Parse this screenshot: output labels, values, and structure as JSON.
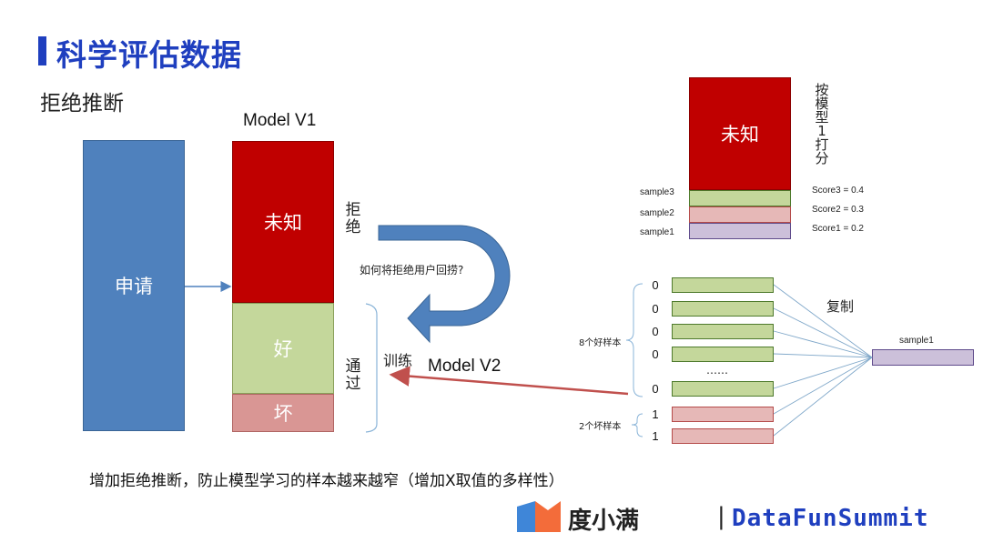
{
  "title": "科学评估数据",
  "subtitle": "拒绝推断",
  "left_diagram": {
    "model_v1_label": "Model V1",
    "apply_label": "申请",
    "unknown_label": "未知",
    "good_label": "好",
    "bad_label": "坏",
    "reject_label": "拒绝",
    "pass_label": "通过",
    "recover_question": "如何将拒绝用户回捞?",
    "train_label": "训练",
    "model_v2_label": "Model V2"
  },
  "right_top": {
    "unknown_label": "未知",
    "score_by_model": "按模型1打分",
    "samples": [
      "sample3",
      "sample2",
      "sample1"
    ],
    "scores": [
      "Score3 = 0.4",
      "Score2 = 0.3",
      "Score1 = 0.2"
    ]
  },
  "right_bottom": {
    "good_values": [
      "0",
      "0",
      "0",
      "0",
      "0"
    ],
    "ellipsis": "……",
    "bad_values": [
      "1",
      "1"
    ],
    "good_group_label": "8个好样本",
    "bad_group_label": "2个坏样本",
    "copy_label": "复制",
    "source_sample": "sample1"
  },
  "bottom_text": "增加拒绝推断，防止模型学习的样本越来越窄（增加X取值的多样性）",
  "footer": {
    "brand_cn": "度小满",
    "separator": "|",
    "brand_en": "DataFunSummit"
  },
  "colors": {
    "title_blue": "#1f3fbf",
    "apply_blue": "#4f81bd",
    "unknown_red": "#c00000",
    "good_green": "#c4d79b",
    "bad_pink": "#d99694",
    "sample_purple": "#ccc0da",
    "arrow_red": "#c0504d"
  }
}
